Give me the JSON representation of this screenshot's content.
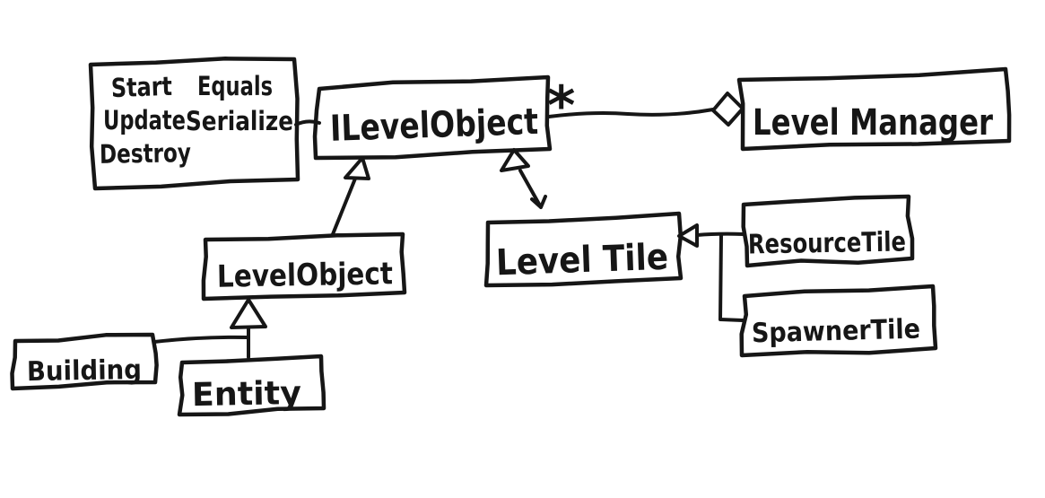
{
  "diagram": {
    "style": "hand-drawn UML class diagram",
    "ink_color": "#161616",
    "background_color": "#ffffff",
    "nodes": {
      "interface_methods": {
        "row1_col1": "Start",
        "row1_col2": "Equals",
        "row2_col1": "Update",
        "row2_col2": "Serialize",
        "row3_col1": "Destroy"
      },
      "ilevelobject": {
        "label": "ILevelObject"
      },
      "levelmanager": {
        "label": "Level Manager"
      },
      "levelobject": {
        "label": "LevelObject"
      },
      "leveltile": {
        "label": "Level Tile"
      },
      "resourcetile": {
        "label": "ResourceTile"
      },
      "spawnertile": {
        "label": "SpawnerTile"
      },
      "building": {
        "label": "Building"
      },
      "entity": {
        "label": "Entity"
      }
    },
    "relations": {
      "aggregation": {
        "from": "ILevelObject",
        "to": "LevelManager",
        "multiplicity": "*"
      },
      "realizations": [
        {
          "from": "LevelObject",
          "to": "ILevelObject"
        },
        {
          "from": "LevelTile",
          "to": "ILevelObject"
        }
      ],
      "inheritances": [
        {
          "from": "ResourceTile",
          "to": "LevelTile"
        },
        {
          "from": "SpawnerTile",
          "to": "LevelTile"
        },
        {
          "from": "Building",
          "to": "LevelObject"
        },
        {
          "from": "Entity",
          "to": "LevelObject"
        }
      ]
    }
  }
}
